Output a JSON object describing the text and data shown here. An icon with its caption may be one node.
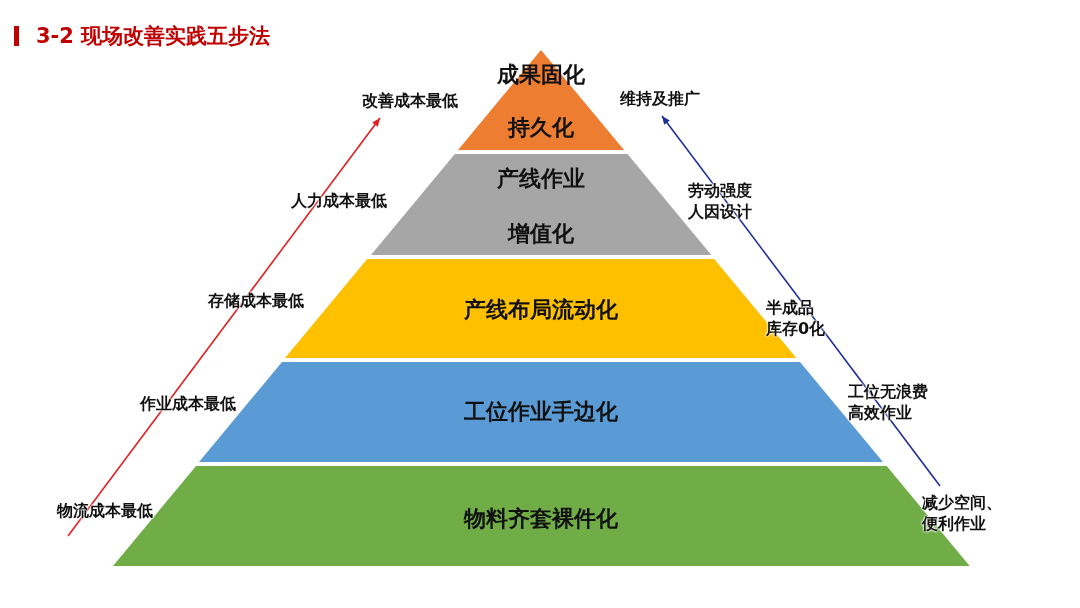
{
  "diagram": {
    "title": "3-2 现场改善实践五步法",
    "nodes": [
      {
        "text": [
          "成果固化",
          "持久化"
        ],
        "beside": [
          "改善成本最低",
          "维持及推广"
        ]
      },
      {
        "text": [
          "产线作业",
          "增值化"
        ],
        "beside": [
          "人力成本最低",
          "劳动强度人因设计"
        ]
      },
      {
        "text": [
          "产线布局流动化"
        ],
        "beside": [
          "存储成本最低",
          "半成品库存0化"
        ]
      },
      {
        "text": [
          "工位作业手边化"
        ],
        "beside": [
          "作业成本最低",
          "工位无浪费高效作业"
        ]
      },
      {
        "text": [
          "物料齐套裸件化"
        ],
        "beside": [
          "物流成本最低",
          "减少空间、便利作业"
        ]
      }
    ],
    "edges": []
  }
}
